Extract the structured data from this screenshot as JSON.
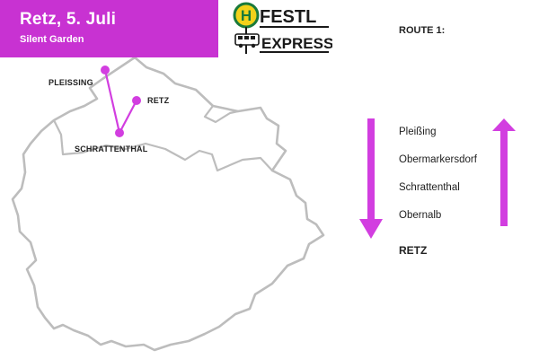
{
  "header": {
    "title": "Retz, 5. Juli",
    "subtitle": "Silent Garden",
    "background_color": "#c832d2"
  },
  "logo": {
    "letter": "H",
    "line1": "FESTL",
    "line2": "EXPRESS",
    "icon": "bus-icon"
  },
  "map": {
    "places": [
      "PLEISSING",
      "RETZ",
      "SCHRATTENTHAL"
    ],
    "route_color": "#d23ee0",
    "border_color": "#bdbdbd"
  },
  "route": {
    "title": "ROUTE 1:",
    "stops": [
      "Pleißing",
      "Obermarkersdorf",
      "Schrattenthal",
      "Obernalb"
    ],
    "final": "RETZ",
    "arrow_color": "#d23ee0"
  }
}
